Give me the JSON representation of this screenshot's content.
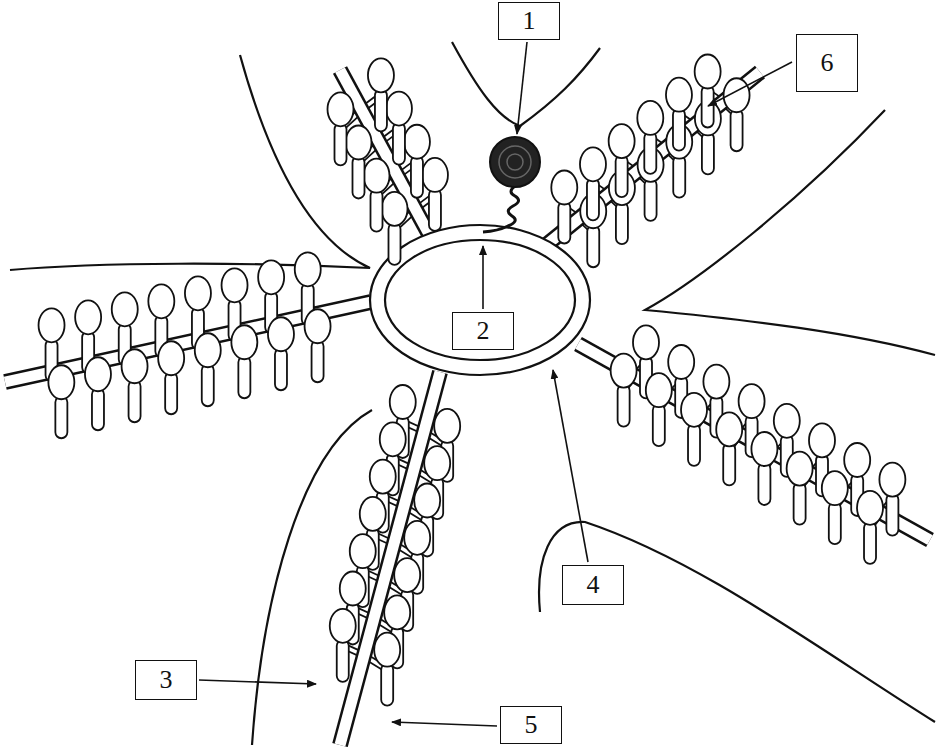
{
  "diagram": {
    "labels": [
      "1",
      "6",
      "2",
      "4",
      "3",
      "5"
    ]
  }
}
